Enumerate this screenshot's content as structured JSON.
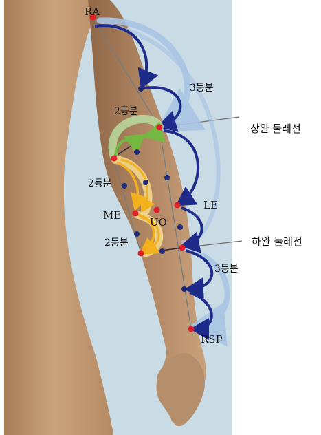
{
  "labels": {
    "ra": "RA",
    "le": "LE",
    "rsp": "RSP",
    "me": "ME",
    "uo": "UO",
    "upper_third": "3등분",
    "lower_third": "3등분",
    "upper_half": "2등분",
    "mid_half": "2등분",
    "lower_half": "2등분",
    "upper_arm_callout": "상완 둘레선",
    "forearm_callout": "하완 둘레선"
  },
  "colors": {
    "background_panel": "#c9dbe4",
    "skin": "#c39a74",
    "landmark_red": "#e0202a",
    "division_navy": "#1e2a7a",
    "arrow_navy": "#1f2b8a",
    "arrow_light_blue": "#a9c5e3",
    "arrow_green": "#74b842",
    "arrow_light_green": "#b8dca0",
    "arrow_yellow": "#f3b21d",
    "arrow_light_yellow": "#f7dc8e"
  }
}
